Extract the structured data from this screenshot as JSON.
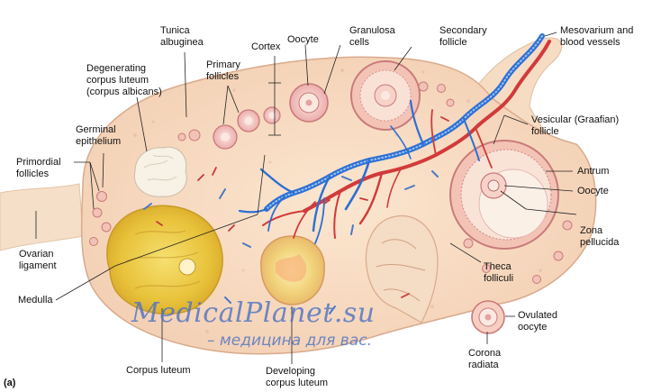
{
  "diagram": {
    "panel_label": "(a)",
    "labels": {
      "tunica_albuginea": "Tunica\nalbuginea",
      "degenerating_corpus_luteum": "Degenerating\ncorpus luteum\n(corpus albicans)",
      "cortex": "Cortex",
      "primary_follicles": "Primary\nfollicles",
      "oocyte_top": "Oocyte",
      "granulosa_cells": "Granulosa\ncells",
      "secondary_follicle": "Secondary\nfollicle",
      "mesovarium": "Mesovarium and\nblood vessels",
      "germinal_epithelium": "Germinal\nepithelium",
      "primordial_follicles": "Primordial\nfollicles",
      "vesicular_follicle": "Vesicular (Graafian)\nfollicle",
      "antrum": "Antrum",
      "oocyte_right": "Oocyte",
      "zona_pellucida": "Zona\npellucida",
      "ovarian_ligament": "Ovarian\nligament",
      "medulla": "Medulla",
      "theca_folliculi": "Theca\nfolliculi",
      "ovulated_oocyte": "Ovulated\noocyte",
      "corona_radiata": "Corona\nradiata",
      "corpus_luteum": "Corpus luteum",
      "developing_corpus_luteum": "Developing\ncorpus luteum"
    },
    "watermark": {
      "line1": "MedicalPlanet.su",
      "line2": "– медицина для вас."
    }
  }
}
